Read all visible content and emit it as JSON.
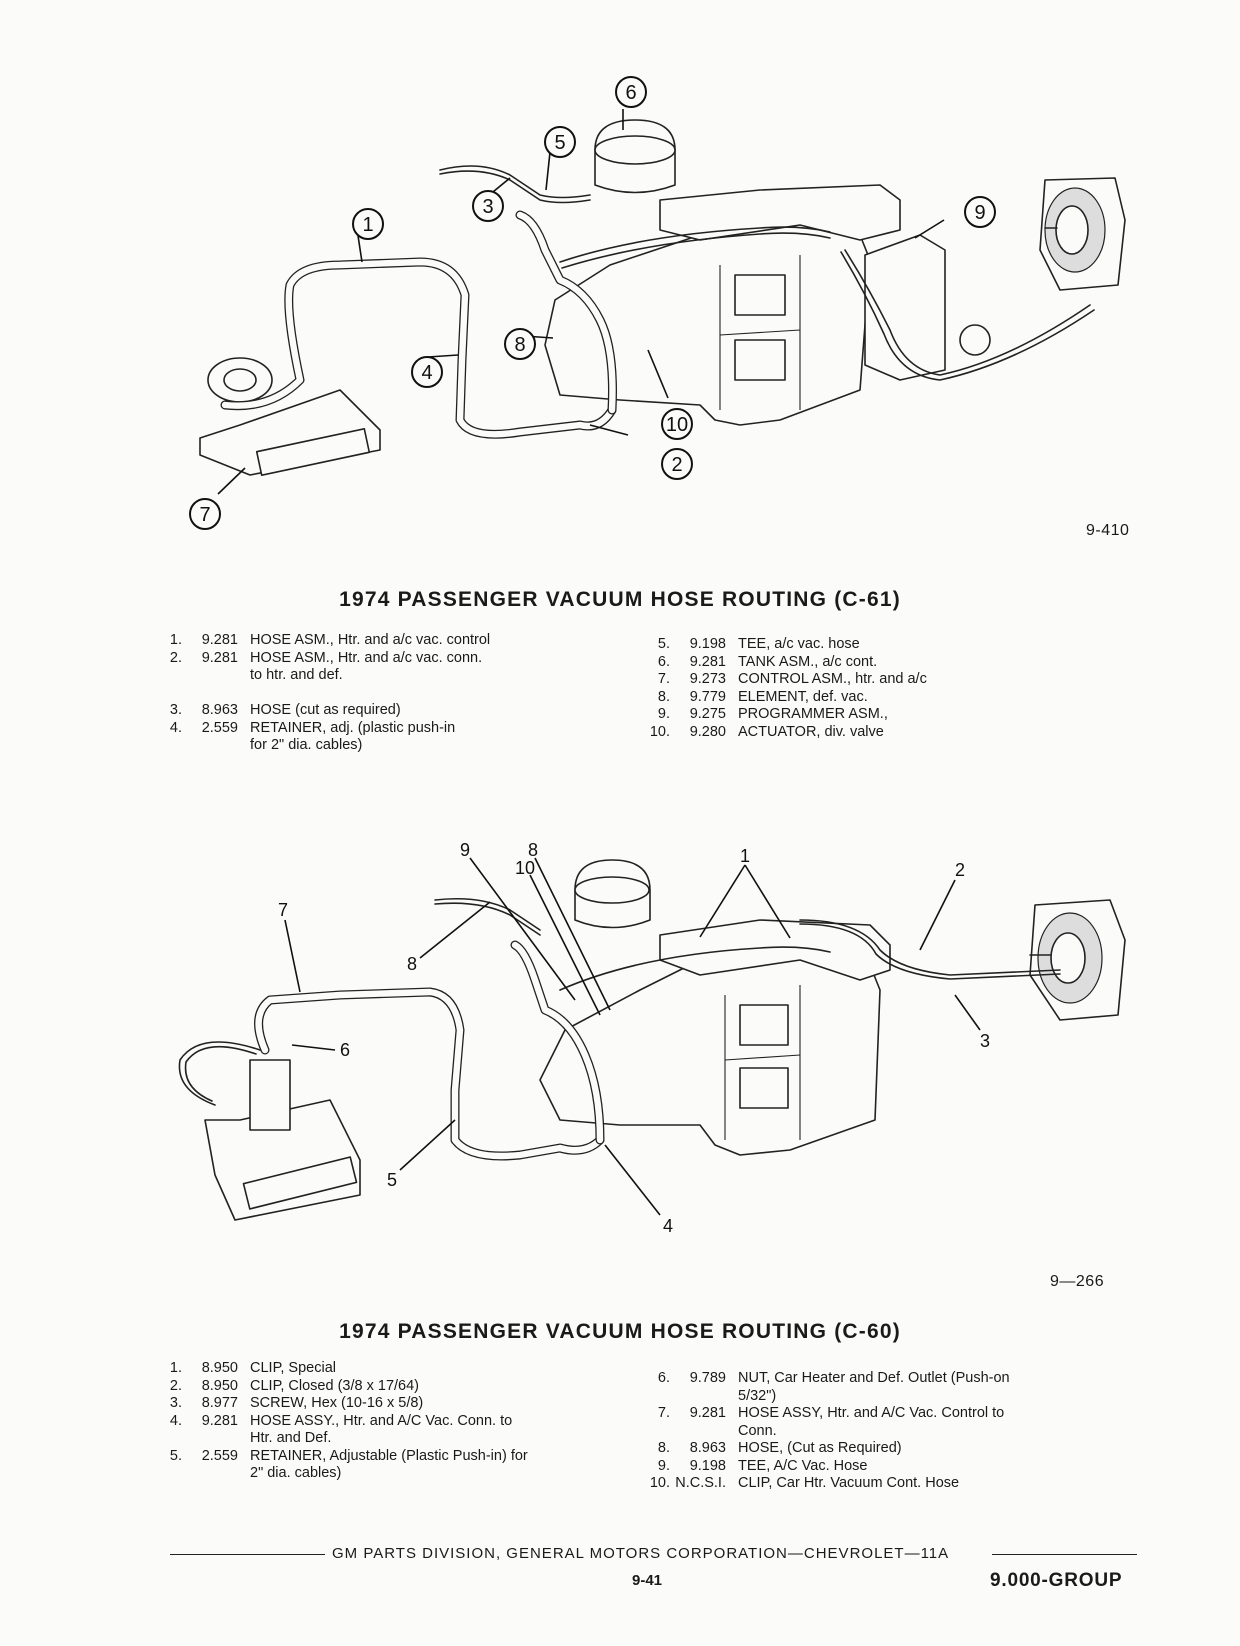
{
  "figures": [
    {
      "id": "c61",
      "code": "9-410",
      "title": "1974 PASSENGER VACUUM HOSE ROUTING (C-61)",
      "callouts": [
        "1",
        "2",
        "3",
        "4",
        "5",
        "6",
        "7",
        "8",
        "9",
        "10"
      ],
      "parts_left": [
        {
          "num": "1.",
          "code": "9.281",
          "desc": "HOSE ASM., Htr. and a/c vac. control"
        },
        {
          "num": "2.",
          "code": "9.281",
          "desc": "HOSE ASM., Htr. and a/c vac. conn."
        },
        {
          "num": "",
          "code": "",
          "desc": "to htr. and def."
        },
        {
          "num": "",
          "code": "",
          "desc": ""
        },
        {
          "num": "3.",
          "code": "8.963",
          "desc": "HOSE (cut as required)"
        },
        {
          "num": "4.",
          "code": "2.559",
          "desc": "RETAINER, adj. (plastic push-in"
        },
        {
          "num": "",
          "code": "",
          "desc": "for 2\" dia. cables)"
        }
      ],
      "parts_right": [
        {
          "num": "5.",
          "code": "9.198",
          "desc": "TEE, a/c vac. hose"
        },
        {
          "num": "6.",
          "code": "9.281",
          "desc": "TANK ASM., a/c cont."
        },
        {
          "num": "7.",
          "code": "9.273",
          "desc": "CONTROL ASM., htr. and a/c"
        },
        {
          "num": "8.",
          "code": "9.779",
          "desc": "ELEMENT, def. vac."
        },
        {
          "num": "9.",
          "code": "9.275",
          "desc": "PROGRAMMER ASM.,"
        },
        {
          "num": "10.",
          "code": "9.280",
          "desc": "ACTUATOR, div. valve"
        }
      ]
    },
    {
      "id": "c60",
      "code": "9—266",
      "title": "1974 PASSENGER VACUUM HOSE ROUTING (C-60)",
      "callouts": [
        "1",
        "2",
        "3",
        "4",
        "5",
        "6",
        "7",
        "8",
        "9",
        "10"
      ],
      "parts_left": [
        {
          "num": "1.",
          "code": "8.950",
          "desc": "CLIP, Special"
        },
        {
          "num": "2.",
          "code": "8.950",
          "desc": "CLIP, Closed (3/8 x 17/64)"
        },
        {
          "num": "3.",
          "code": "8.977",
          "desc": "SCREW, Hex (10-16 x 5/8)"
        },
        {
          "num": "4.",
          "code": "9.281",
          "desc": "HOSE ASSY., Htr. and A/C Vac. Conn. to"
        },
        {
          "num": "",
          "code": "",
          "desc": "Htr. and Def."
        },
        {
          "num": "5.",
          "code": "2.559",
          "desc": "RETAINER, Adjustable (Plastic Push-in) for"
        },
        {
          "num": "",
          "code": "",
          "desc": "2\" dia. cables)"
        }
      ],
      "parts_right": [
        {
          "num": "6.",
          "code": "9.789",
          "desc": "NUT, Car Heater and Def. Outlet (Push-on"
        },
        {
          "num": "",
          "code": "",
          "desc": "5/32\")"
        },
        {
          "num": "7.",
          "code": "9.281",
          "desc": "HOSE ASSY, Htr. and A/C Vac. Control to"
        },
        {
          "num": "",
          "code": "",
          "desc": "Conn."
        },
        {
          "num": "8.",
          "code": "8.963",
          "desc": "HOSE, (Cut as Required)"
        },
        {
          "num": "9.",
          "code": "9.198",
          "desc": "TEE, A/C Vac. Hose"
        },
        {
          "num": "10.",
          "code": "N.C.S.I.",
          "desc": "CLIP, Car Htr. Vacuum Cont. Hose"
        }
      ]
    }
  ],
  "footer": {
    "text": "GM PARTS DIVISION, GENERAL MOTORS CORPORATION—CHEVROLET—11A",
    "page": "9-41",
    "group": "9.000-GROUP"
  }
}
